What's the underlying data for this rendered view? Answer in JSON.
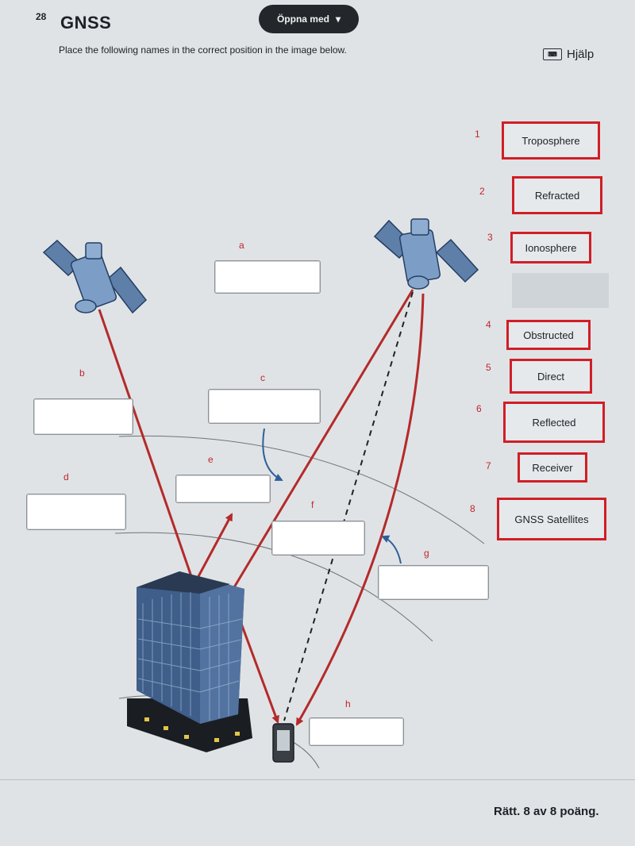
{
  "question": {
    "number": "28",
    "title": "GNSS",
    "open_button": "Öppna med",
    "instruction": "Place the following names in the correct position in the image below.",
    "help": "Hjälp"
  },
  "drop_labels": [
    "a",
    "b",
    "c",
    "d",
    "e",
    "f",
    "g",
    "h"
  ],
  "terms": [
    {
      "number": "1",
      "text": "Troposphere"
    },
    {
      "number": "2",
      "text": "Refracted"
    },
    {
      "number": "3",
      "text": "Ionosphere"
    },
    {
      "number": "4",
      "text": "Obstructed"
    },
    {
      "number": "5",
      "text": "Direct"
    },
    {
      "number": "6",
      "text": "Reflected"
    },
    {
      "number": "7",
      "text": "Receiver"
    },
    {
      "number": "8",
      "text": "GNSS Satellites"
    }
  ],
  "score": "Rätt. 8 av 8 poäng.",
  "colors": {
    "accent_red": "#d11e26",
    "arrow_red": "#b52a2a",
    "panel": "#5e7fa8"
  }
}
